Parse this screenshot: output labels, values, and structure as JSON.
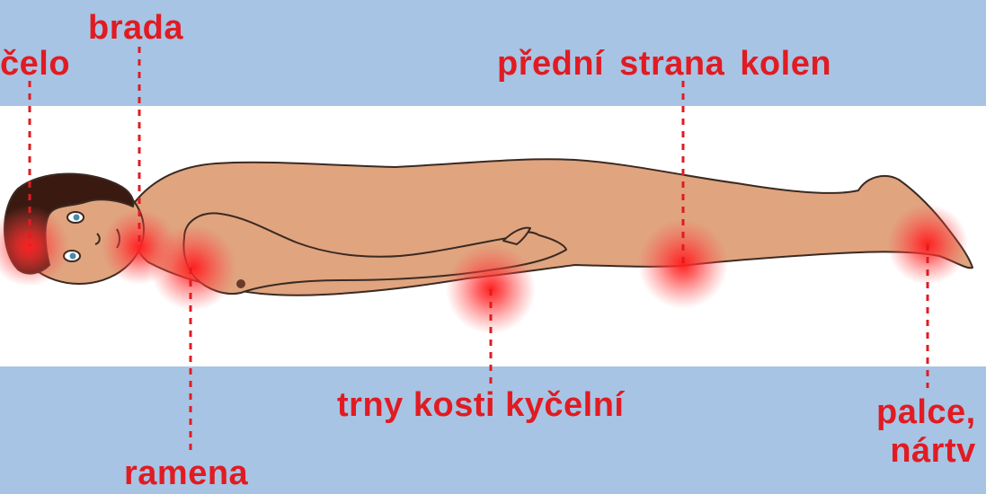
{
  "colors": {
    "background": "#a7c4e4",
    "mattress": "#ffffff",
    "skin": "#e0a47f",
    "outline": "#3a2a22",
    "hair": "#3a1a10",
    "accent": "#e11b22"
  },
  "labels": {
    "celo": "čelo",
    "brada": "brada",
    "predni_strana_kolen": "přední strana kolen",
    "trny_kosti_kycelni": "trny kosti kyčelní",
    "palce_line1": "palce,",
    "palce_line2": "nártv",
    "ramena": "ramena"
  },
  "icons": [
    "pressure-point-marker",
    "human-figure-prone"
  ]
}
